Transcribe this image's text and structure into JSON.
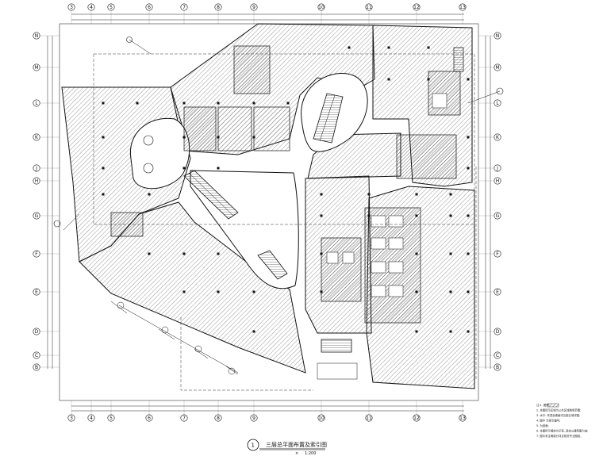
{
  "grid_top": [
    "3",
    "4",
    "5",
    "6",
    "7",
    "8",
    "9",
    "10",
    "11",
    "12",
    "13"
  ],
  "grid_bottom": [
    "3",
    "4",
    "5",
    "6",
    "7",
    "8",
    "9",
    "10",
    "11",
    "12",
    "13"
  ],
  "grid_rows": [
    "N",
    "M",
    "L",
    "K",
    "J",
    "H",
    "G",
    "F",
    "E",
    "D",
    "C",
    "B"
  ],
  "title": {
    "number": "1",
    "text": "三层总平面布置及索引图",
    "scale_prefix": "×",
    "scale": "1:200"
  },
  "notes": [
    "注:1. 图例:",
    "2. 本图所示区域为公共区域装修范围;",
    "3. 水平: 吊顶及墙面详见各区域详图;",
    "4. 图中    为索引编号;",
    "5.      为剖面;",
    "6. 本图所示墙体为示意, 具体以建筑图为准;",
    "7. 图中未注明部分详见相关专业图纸。"
  ]
}
